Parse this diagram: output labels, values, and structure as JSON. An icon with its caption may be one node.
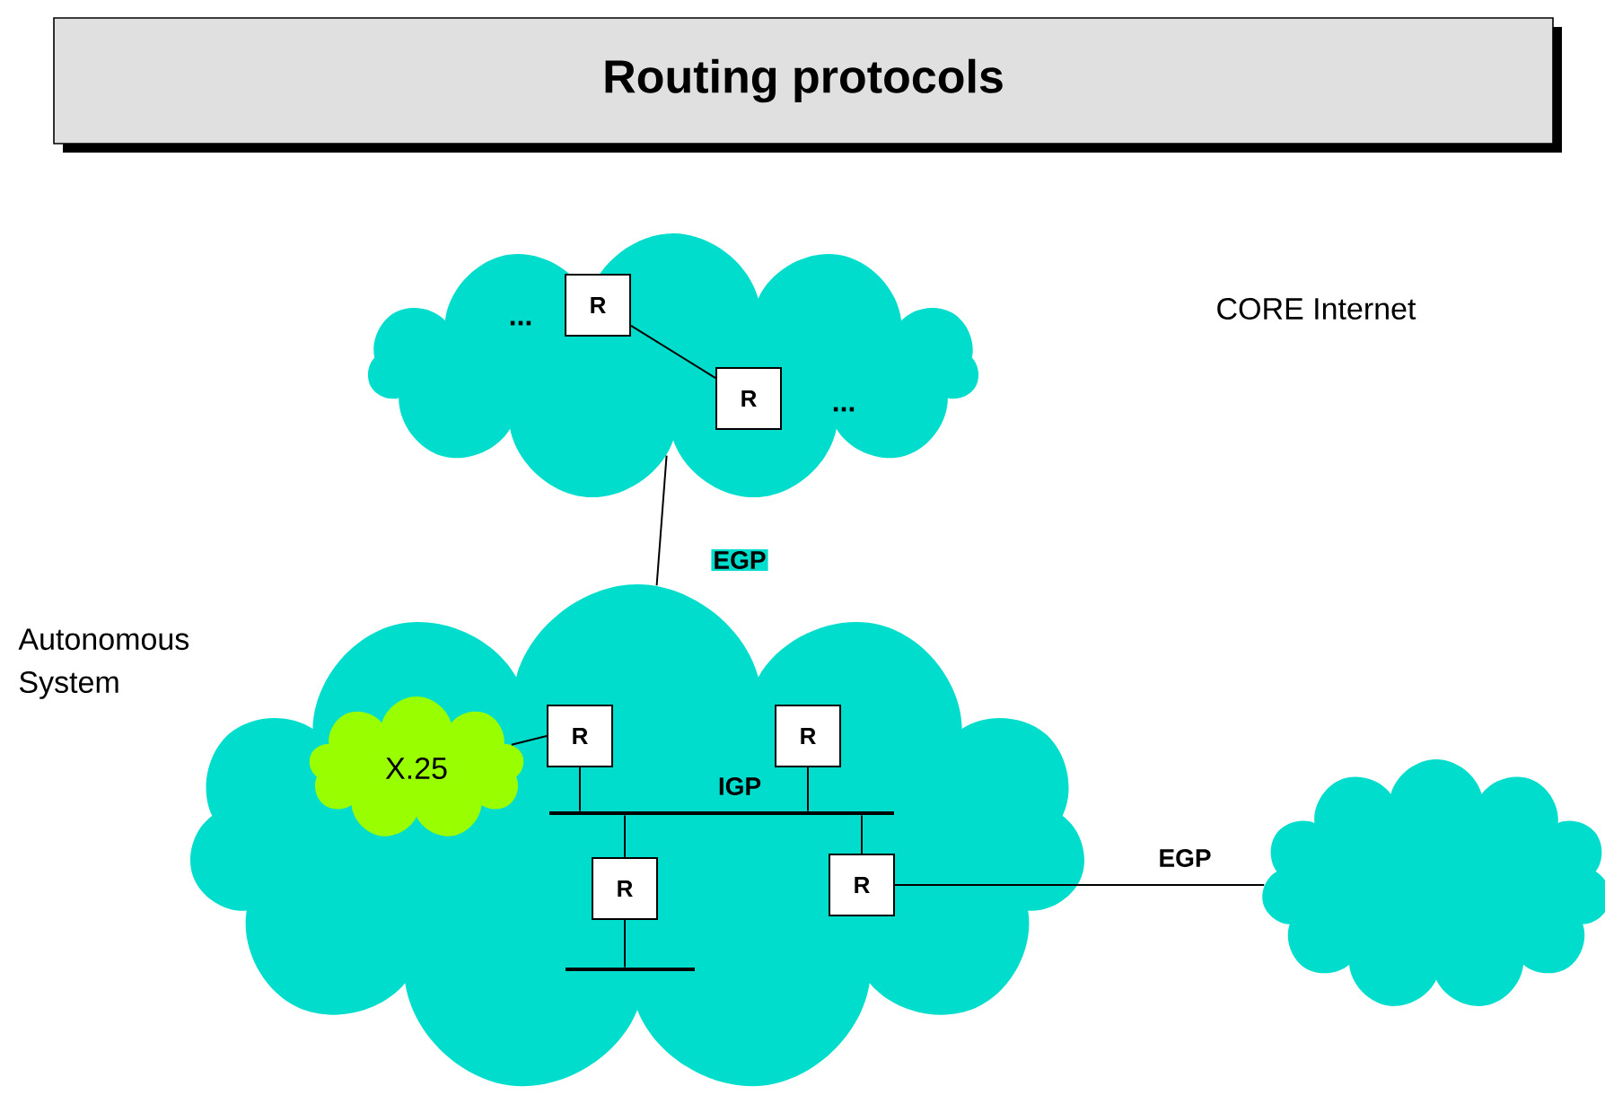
{
  "diagram": {
    "title": "Routing protocols",
    "nodes": [
      {
        "text": [],
        "shape": "cloud"
      },
      {
        "text": [
          "R"
        ],
        "in": 0
      },
      {
        "text": [
          "R"
        ],
        "in": 0
      },
      {
        "text": [],
        "shape": "cloud",
        "beside": [
          "Autonomous System"
        ]
      },
      {
        "text": [
          "X.25"
        ],
        "in": 3
      },
      {
        "text": [
          "R"
        ],
        "in": 3
      },
      {
        "text": [
          "R"
        ],
        "in": 3
      },
      {
        "text": [
          "R"
        ],
        "in": 3
      },
      {
        "text": [
          "R"
        ],
        "in": 3
      },
      {
        "text": [],
        "shape": "cloud"
      },
      {
        "text": [],
        "shape": "bar",
        "in": 3
      },
      {
        "text": [],
        "shape": "bar",
        "in": 3
      }
    ],
    "edges": [
      {
        "from": 1,
        "to": 2,
        "arrow": "none"
      },
      {
        "from": 0,
        "to": 3,
        "arrow": "none",
        "label": "EGP"
      },
      {
        "from": 4,
        "to": 5,
        "arrow": "none"
      },
      {
        "from": 5,
        "to": 10,
        "arrow": "none"
      },
      {
        "from": 6,
        "to": 10,
        "arrow": "none"
      },
      {
        "from": 7,
        "to": 10,
        "arrow": "none"
      },
      {
        "from": 8,
        "to": 10,
        "arrow": "none"
      },
      {
        "from": 7,
        "to": 11,
        "arrow": "none"
      },
      {
        "from": 8,
        "to": 9,
        "arrow": "none",
        "label": "EGP"
      }
    ],
    "labels": [
      "CORE Internet",
      "...",
      "...",
      "IGP"
    ]
  }
}
